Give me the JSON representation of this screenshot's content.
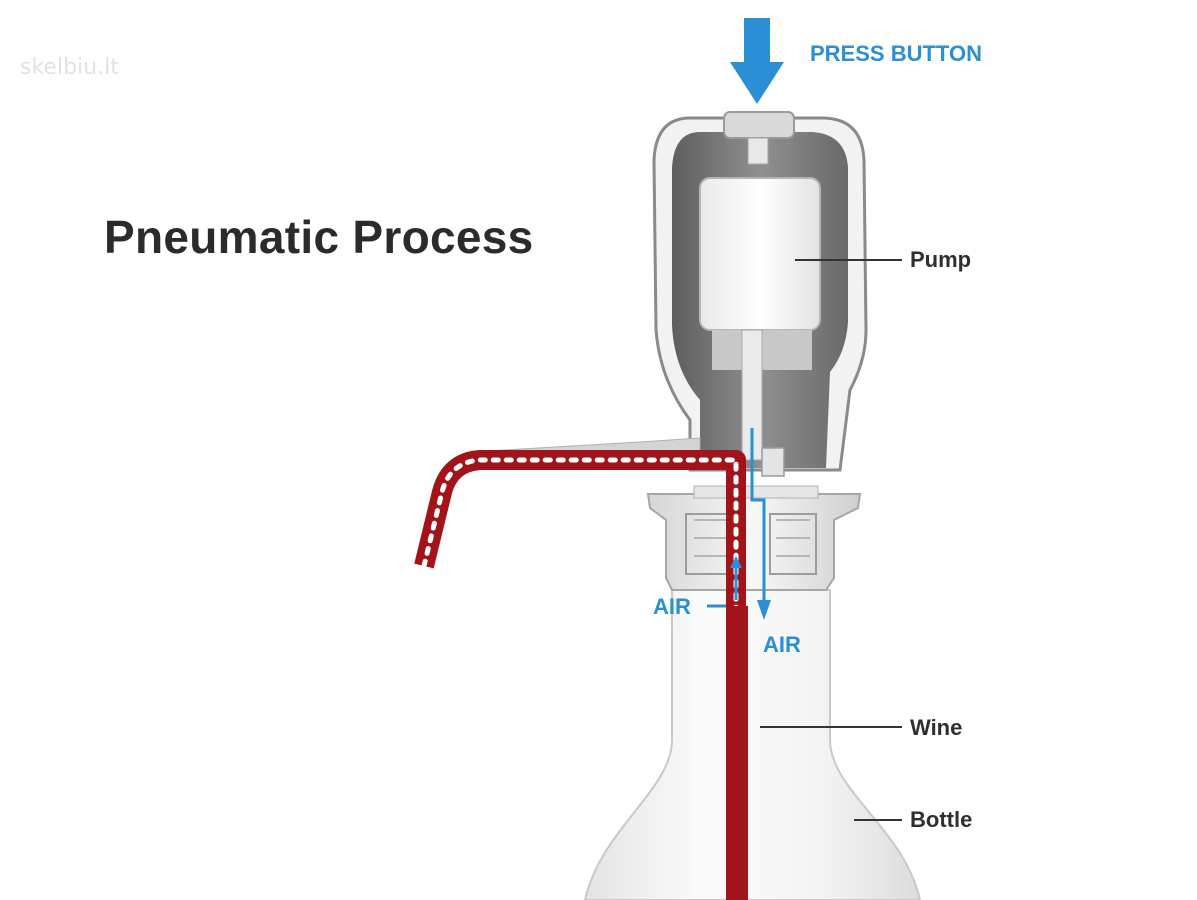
{
  "watermark": "skelbiu.lt",
  "title": "Pneumatic Process",
  "labels": {
    "press_button": "PRESS BUTTON",
    "pump": "Pump",
    "air_left": "AIR",
    "air_right": "AIR",
    "wine": "Wine",
    "bottle": "Bottle"
  },
  "colors": {
    "arrow_blue": "#2a8fd4",
    "wine_red": "#a3131a",
    "housing_gray": "#8d8d8d",
    "text_dark": "#2f2f2f"
  },
  "icons": [
    "press-arrow-icon"
  ]
}
